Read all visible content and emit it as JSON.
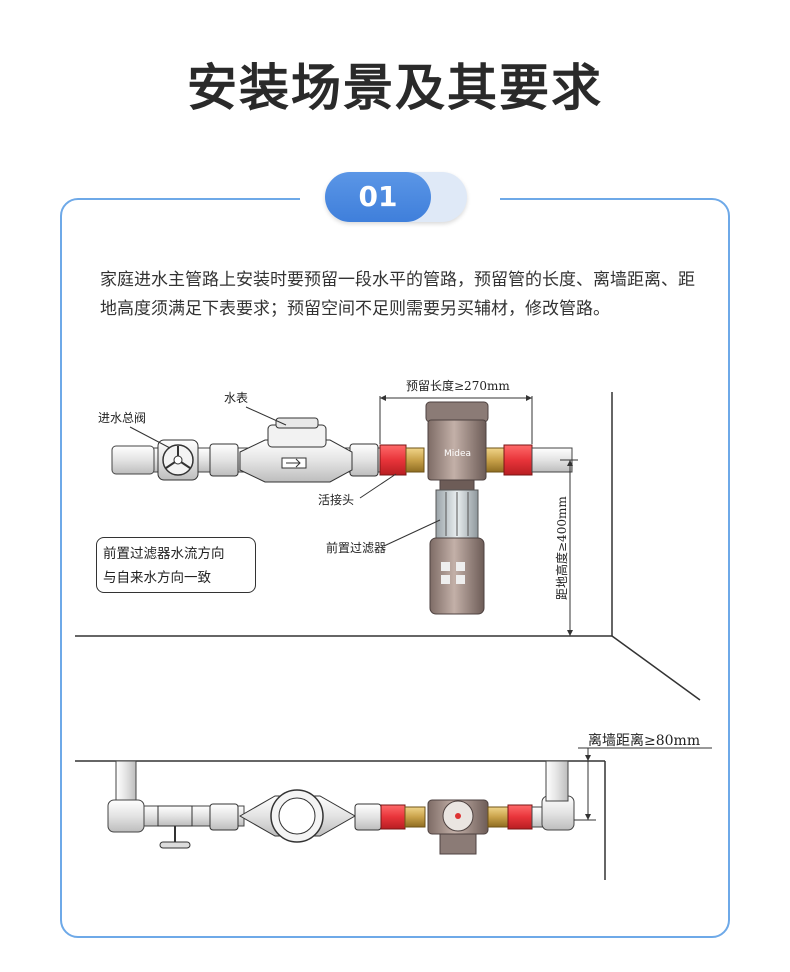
{
  "header": {
    "title": "安装场景及其要求"
  },
  "step": {
    "number": "01"
  },
  "intro": {
    "text": "家庭进水主管路上安装时要预留一段水平的管路，预留管的长度、离墙距离、距地高度须满足下表要求；预留空间不足则需要另买辅材，修改管路。"
  },
  "diagram": {
    "labels": {
      "inlet_valve": "进水总阀",
      "water_meter": "水表",
      "reserved_length": "预留长度≥270mm",
      "union_joint": "活接头",
      "pre_filter": "前置过滤器",
      "ground_height": "距地高度≥400mm",
      "wall_distance": "离墙距离≥80mm",
      "brand": "Midea"
    },
    "note_lines": [
      "前置过滤器水流方向",
      "与自来水方向一致"
    ],
    "colors": {
      "accent": "#4a88e0",
      "frame": "#6ea9e8",
      "red_fitting": "#e8343a",
      "brass": "#c9a24a",
      "filter_body": "#9d8a84"
    }
  }
}
